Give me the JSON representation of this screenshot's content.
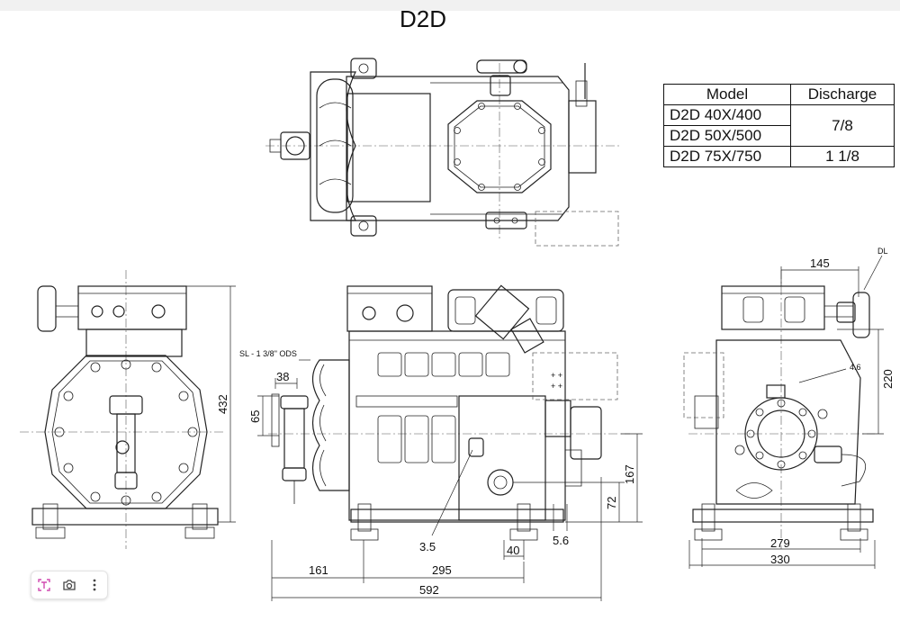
{
  "title": "D2D",
  "table": {
    "headers": [
      "Model",
      "Discharge"
    ],
    "rows": [
      {
        "model": "D2D 40X/400",
        "discharge": "7/8"
      },
      {
        "model": "D2D 50X/500",
        "discharge": "7/8"
      },
      {
        "model": "D2D 75X/750",
        "discharge": "1 1/8"
      }
    ]
  },
  "dimensions": {
    "d432": "432",
    "d65": "65",
    "d38": "38",
    "sl": "SL - 1 3/8\" ODS",
    "d3_5": "3.5",
    "d40": "40",
    "d5_6": "5.6",
    "d72": "72",
    "d167": "167",
    "d161": "161",
    "d295": "295",
    "d592": "592",
    "d145": "145",
    "dl": "DL",
    "d4_6": "4.6",
    "d220": "220",
    "d279": "279",
    "d330": "330"
  },
  "toolbar": {
    "icons": [
      "text-select-icon",
      "camera-icon",
      "more-vertical-icon"
    ],
    "accent": "#d04ab0"
  }
}
